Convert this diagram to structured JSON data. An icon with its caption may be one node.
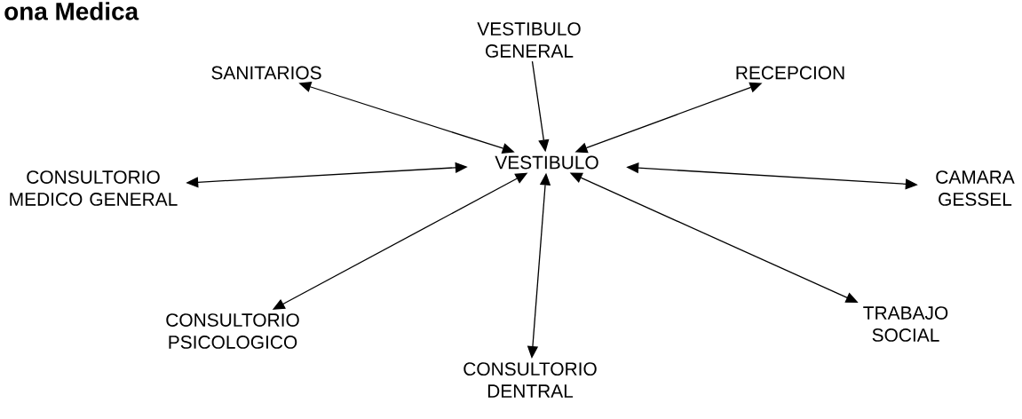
{
  "diagram": {
    "title": "ona Medica",
    "nodes": [
      {
        "text": [
          "VESTIBULO"
        ]
      },
      {
        "text": [
          "VESTIBULO GENERAL"
        ]
      },
      {
        "text": [
          "SANITARIOS"
        ]
      },
      {
        "text": [
          "RECEPCION"
        ]
      },
      {
        "text": [
          "CONSULTORIO MEDICO GENERAL"
        ]
      },
      {
        "text": [
          "CAMARA GESSEL"
        ]
      },
      {
        "text": [
          "CONSULTORIO PSICOLOGICO"
        ]
      },
      {
        "text": [
          "CONSULTORIO DENTRAL"
        ]
      },
      {
        "text": [
          "TRABAJO SOCIAL"
        ]
      }
    ],
    "edges": [
      {
        "from": 1,
        "to": 0,
        "arrow": "to"
      },
      {
        "from": 2,
        "to": 0,
        "arrow": "both"
      },
      {
        "from": 3,
        "to": 0,
        "arrow": "both"
      },
      {
        "from": 4,
        "to": 0,
        "arrow": "both"
      },
      {
        "from": 5,
        "to": 0,
        "arrow": "both"
      },
      {
        "from": 6,
        "to": 0,
        "arrow": "both"
      },
      {
        "from": 7,
        "to": 0,
        "arrow": "both"
      },
      {
        "from": 8,
        "to": 0,
        "arrow": "both"
      }
    ]
  }
}
